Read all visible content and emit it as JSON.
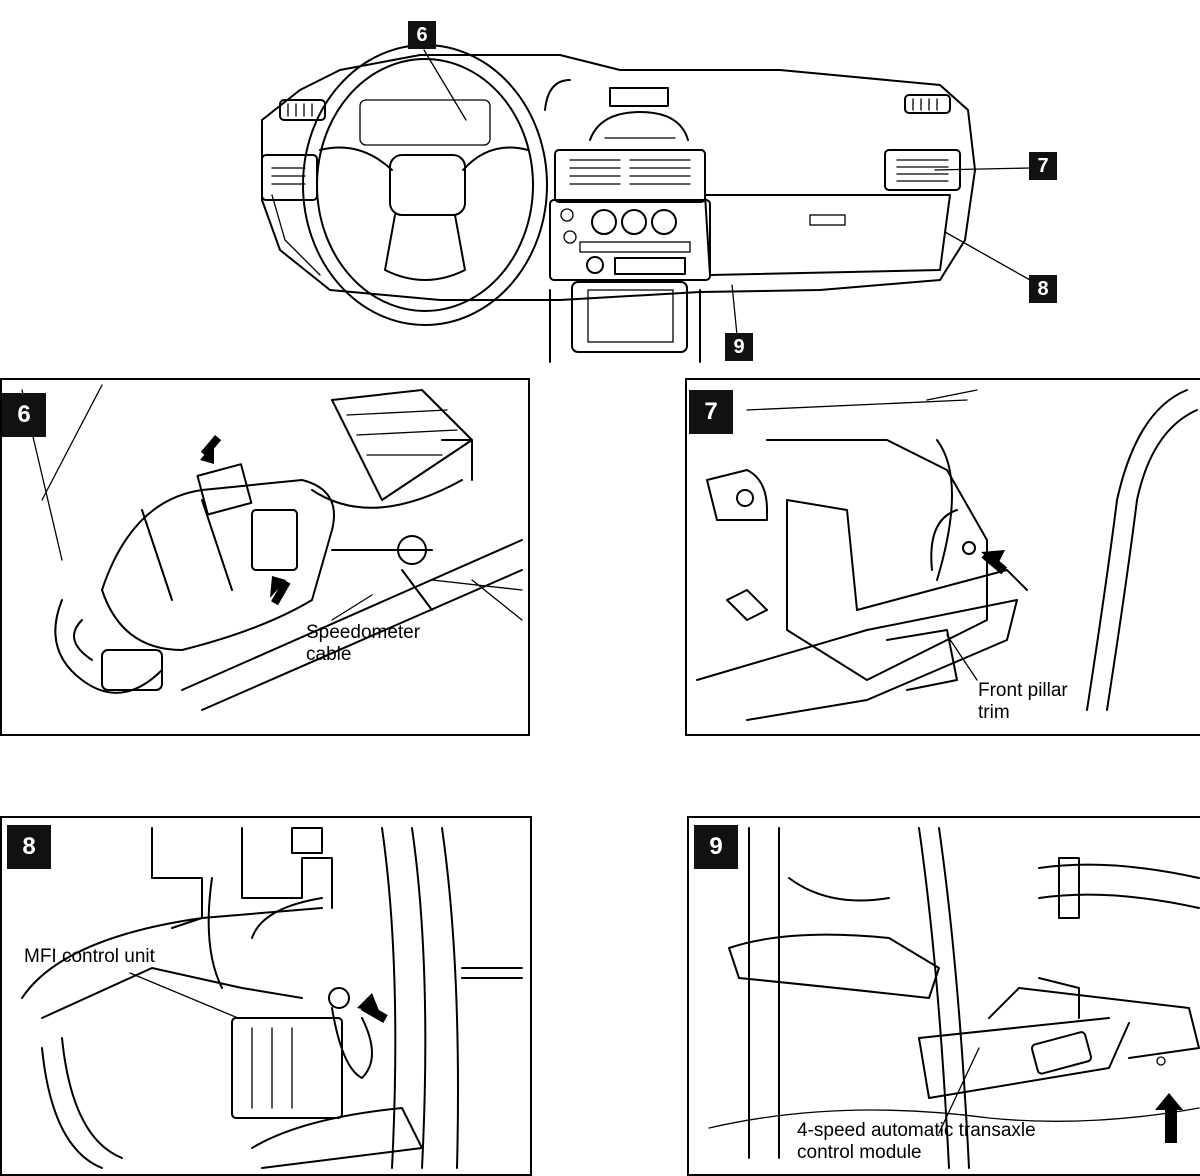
{
  "callouts": {
    "c6": "6",
    "c7": "7",
    "c8": "8",
    "c9": "9"
  },
  "panels": [
    {
      "id": "6",
      "badge": "6",
      "labels": [
        "Speedometer",
        "cable"
      ]
    },
    {
      "id": "7",
      "badge": "7",
      "labels": [
        "Front  pillar",
        "trim"
      ]
    },
    {
      "id": "8",
      "badge": "8",
      "labels": [
        "MFI control unit"
      ]
    },
    {
      "id": "9",
      "badge": "9",
      "labels": [
        "4-speed automatic transaxle",
        "control module"
      ]
    }
  ]
}
